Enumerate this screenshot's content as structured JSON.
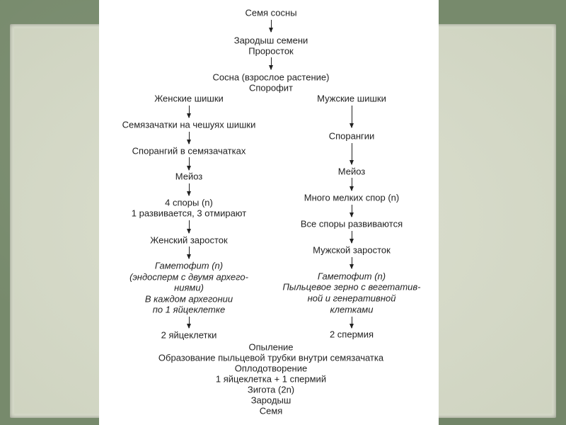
{
  "top": [
    "Семя сосны",
    "Зародыш семени",
    "Проросток",
    "Сосна (взрослое растение)",
    "Спорофит"
  ],
  "female": [
    "Женские шишки",
    "Семязачатки на чешуях шишки",
    "Спорангий в семязачатках",
    "Мейоз",
    "4 споры (n)",
    "1 развивается, 3 отмирают",
    "Женский заросток",
    "Гаметофит (n)",
    "(эндосперм с двумя архего-",
    "ниями)",
    "В каждом архегонии",
    "по 1 яйцеклетке",
    "2 яйцеклетки"
  ],
  "male": [
    "Мужские шишки",
    "Спорангии",
    "Мейоз",
    "Много мелких спор (n)",
    "Все споры развиваются",
    "Мужской заросток",
    "Гаметофит (n)",
    "Пыльцевое зерно с вегетатив-",
    "ной и генеративной",
    "клетками",
    "2 спермия"
  ],
  "bottom": [
    "Опыление",
    "Образование пыльцевой трубки внутри семязачатка",
    "Оплодотворение",
    "1 яйцеклетка + 1 спермий",
    "Зигота (2n)",
    "Зародыш",
    "Семя"
  ]
}
